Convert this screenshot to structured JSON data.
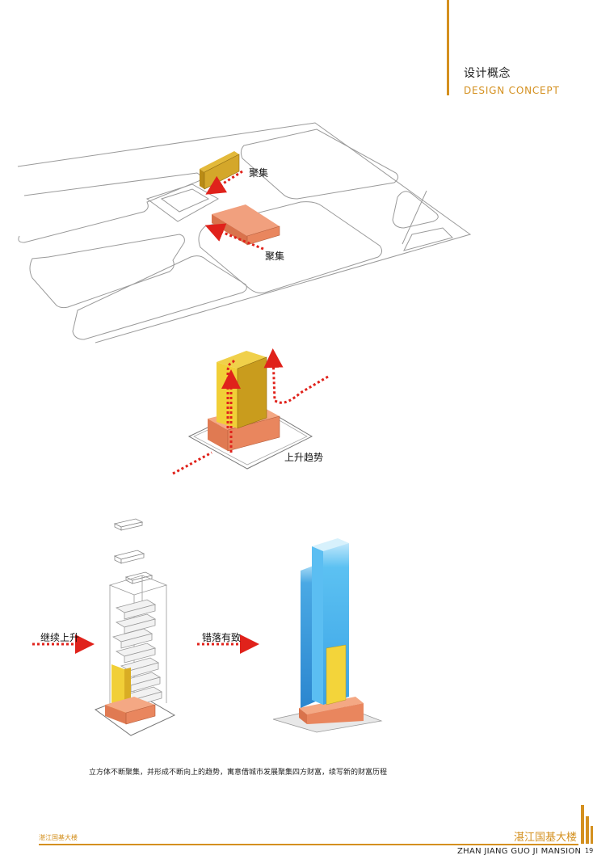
{
  "header": {
    "title_cn": "设计概念",
    "title_en": "DESIGN  CONCEPT",
    "accent_color": "#d4901f"
  },
  "diagram1": {
    "label_top": "聚集",
    "label_bottom": "聚集"
  },
  "diagram2": {
    "label": "上升趋势"
  },
  "diagram3": {
    "label_left": "继续上升",
    "label_middle": "错落有致"
  },
  "caption": "立方体不断聚集，并形成不断向上的趋势，寓意借城市发展聚集四方财富，续写新的财富历程",
  "footer": {
    "left_text": "湛江国基大楼",
    "brand_cn": "湛江国基大楼",
    "brand_en": "ZHAN JIANG GUO JI MANSION",
    "page_number": "19"
  },
  "colors": {
    "gold": "#d4a72a",
    "orange_block": "#e9865e",
    "arrow_red": "#e0221b",
    "tower_blue": "#3aa3e6",
    "tower_yellow": "#f3d43a"
  },
  "icons": [
    "red-dotted-arrow",
    "building-block"
  ]
}
